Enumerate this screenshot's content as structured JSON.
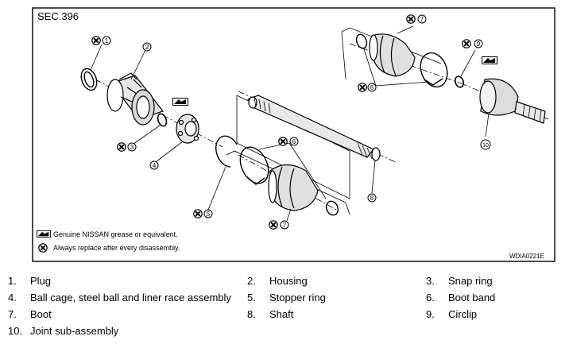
{
  "figure": {
    "section": "SEC.396",
    "figure_id": "WDIA0221E",
    "callouts": [
      "1",
      "2",
      "3",
      "4",
      "5",
      "6",
      "6",
      "7",
      "7",
      "8",
      "9",
      "10"
    ],
    "notes": {
      "grease": "Genuine NISSAN grease or equivalent.",
      "replace": "Always replace after every disassembly."
    }
  },
  "parts": [
    {
      "num": "1.",
      "name": "Plug"
    },
    {
      "num": "2.",
      "name": "Housing"
    },
    {
      "num": "3.",
      "name": "Snap ring"
    },
    {
      "num": "4.",
      "name": "Ball cage, steel ball and liner race assembly"
    },
    {
      "num": "5.",
      "name": "Stopper ring"
    },
    {
      "num": "6.",
      "name": "Boot band"
    },
    {
      "num": "7.",
      "name": "Boot"
    },
    {
      "num": "8.",
      "name": "Shaft"
    },
    {
      "num": "9.",
      "name": "Circlip"
    },
    {
      "num": "10.",
      "name": "Joint sub-assembly"
    }
  ]
}
